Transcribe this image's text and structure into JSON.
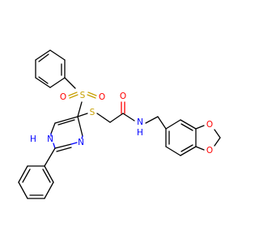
{
  "molecule": {
    "colors": {
      "carbon": "#000000",
      "oxygen": "#ff0000",
      "nitrogen": "#0000ff",
      "sulfur": "#c8a000",
      "background": "#ffffff"
    },
    "labels": {
      "o_sulfonyl_left": "O",
      "s_sulfonyl": "S",
      "o_sulfonyl_right": "O",
      "s_thioether": "S",
      "o_carbonyl": "O",
      "n_amide": "N",
      "h_amide": "H",
      "n_imidazole_nh": "N",
      "h_imidazole": "H",
      "n_imidazole": "N",
      "o_dioxole_top": "O",
      "o_dioxole_bottom": "O"
    }
  }
}
